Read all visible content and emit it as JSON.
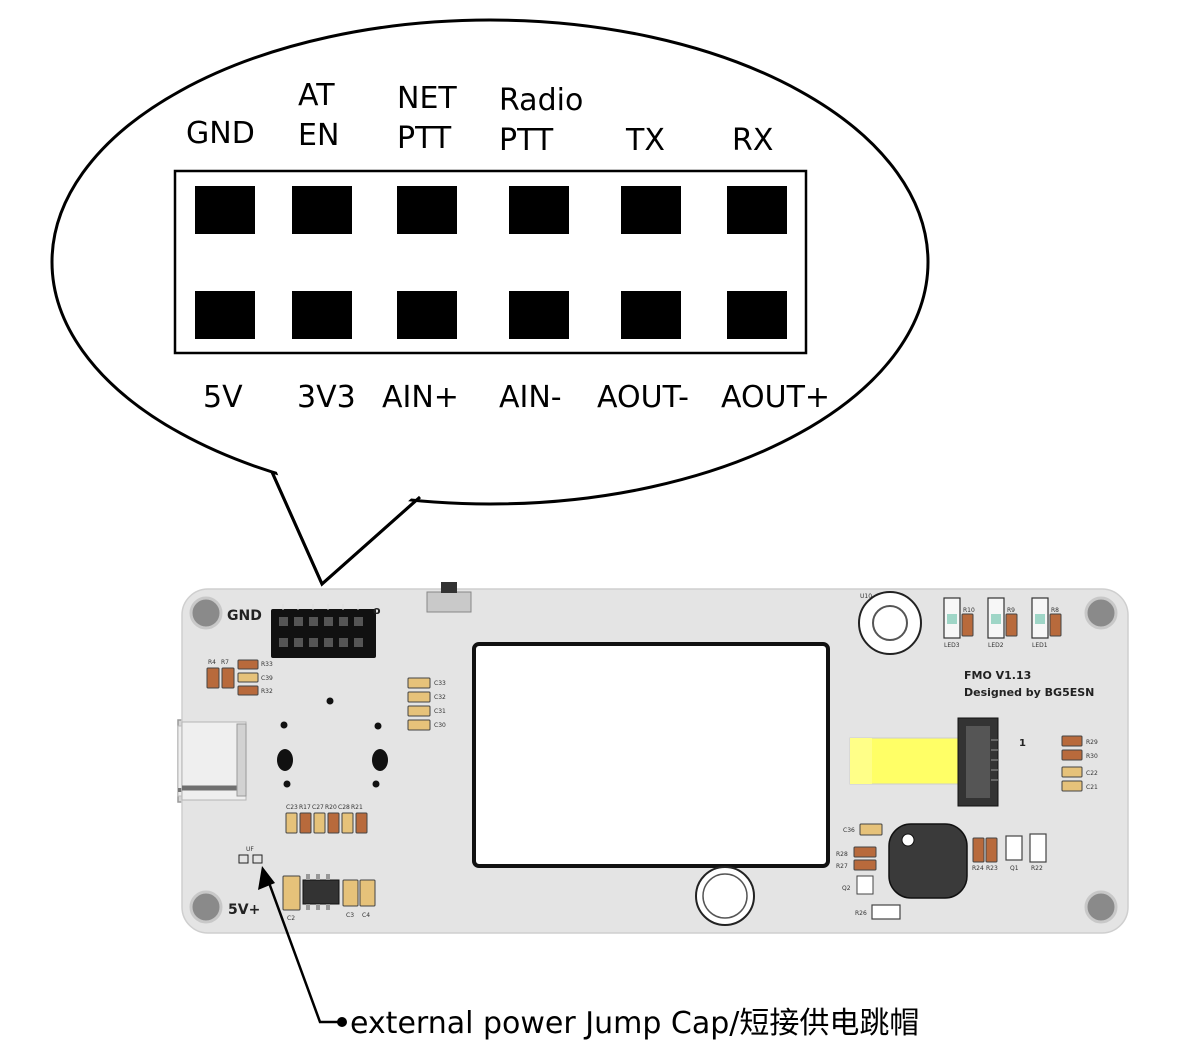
{
  "pin_header": {
    "top_labels": [
      {
        "line1": "GND",
        "line2": ""
      },
      {
        "line1": "AT",
        "line2": "EN"
      },
      {
        "line1": "NET",
        "line2": "PTT"
      },
      {
        "line1": "Radio",
        "line2": "PTT"
      },
      {
        "line1": "TX",
        "line2": ""
      },
      {
        "line1": "RX",
        "line2": ""
      }
    ],
    "bottom_labels": [
      "5V",
      "3V3",
      "AIN+",
      "AIN-",
      "AOUT-",
      "AOUT+"
    ]
  },
  "board": {
    "gnd_label": "GND",
    "v5_label": "5V+",
    "pin1_mark": "o",
    "title": "FMO V1.13",
    "designer": "Designed by BG5ESN",
    "connector_mark": "1",
    "uf_label": "UF",
    "parts": {
      "u10": "U10",
      "r4": "R4",
      "r7": "R7",
      "r33": "R33",
      "c39": "C39",
      "r32": "R32",
      "c33": "C33",
      "c32": "C32",
      "c31": "C31",
      "c30": "C30",
      "c23": "C23",
      "r17": "R17",
      "c27": "C27",
      "r20": "R20",
      "c28": "C28",
      "r21": "R21",
      "c2": "C2",
      "c3": "C3",
      "c4": "C4",
      "led3": "LED3",
      "led2": "LED2",
      "led1": "LED1",
      "r10": "R10",
      "r9": "R9",
      "r8": "R8",
      "r29": "R29",
      "r30": "R30",
      "c22": "C22",
      "c21": "C21",
      "c36": "C36",
      "r28": "R28",
      "r27": "R27",
      "q2": "Q2",
      "r26": "R26",
      "r24": "R24",
      "r23": "R23",
      "q1": "Q1",
      "r22": "R22"
    }
  },
  "caption": "external power Jump Cap/短接供电跳帽",
  "colors": {
    "board": "#e4e4e4",
    "pad": "#000000",
    "resistor": "#b86a3c",
    "capacitor": "#e6c27a",
    "ribbon": "#ffff66",
    "mount_hole": "#888888"
  }
}
